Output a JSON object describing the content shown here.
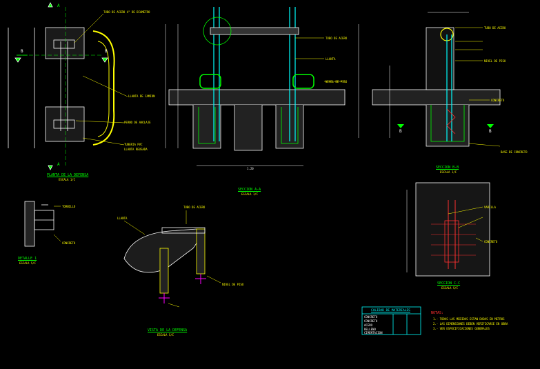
{
  "titles": {
    "planta": "PLANTA DE LA DEFENSA",
    "planta_scale": "ESCALA 1/C",
    "seccion_aa": "SECCION A-A",
    "seccion_aa_scale": "ESCALA 1/C",
    "seccion_bb": "SECCION B-B",
    "seccion_bb_scale": "ESCALA 1/C",
    "detalle": "DETALLE 1",
    "detalle_scale": "ESCALA S/C",
    "vista": "VISTA DE LA DEFENSA",
    "vista_scale": "ESCALA S/C",
    "seccion_cc": "SECCION C-C",
    "seccion_cc_scale": "ESCALA S/C"
  },
  "section_marks": {
    "a": "A",
    "b": "B"
  },
  "labels": {
    "planta_note1": "TUBO DE ACERO 4\" DE DIAMETRO",
    "planta_note2": "LLANTA DE CAMION",
    "planta_note3": "PERNO DE ANCLAJE",
    "planta_note4": "TUBERIA PVC",
    "planta_note5": "LLANTA REUSADA",
    "aa_note1": "TUBO DE ACERO",
    "aa_note2": "LLANTA",
    "aa_note3": "NIVEL DE PISO",
    "aa_dim": "1.20",
    "bb_note1": "TUBO DE ACERO",
    "bb_note2": "NIVEL DE PISO",
    "bb_note3": "CONCRETO",
    "bb_note4": "BASE DE CONCRETO",
    "cc_note1": "VARILLA",
    "cc_note2": "CONCRETO",
    "vista_note1": "LLANTA",
    "vista_note2": "TUBO DE ACERO",
    "vista_note3": "NIVEL DE PISO",
    "det_note1": "TORNILLO",
    "det_note2": "CONCRETO"
  },
  "materials": {
    "title": "CALIDAD DE MATERIALES",
    "rows": [
      "CONCRETO",
      "CONCRETO",
      "ACERO",
      "RELLENO",
      "CIMENTACION"
    ]
  },
  "notes": {
    "title": "NOTAS:",
    "lines": [
      "1.- TODAS LAS MEDIDAS ESTAN DADAS EN METROS",
      "2.- LAS DIMENSIONES DEBEN VERIFICARSE EN OBRA",
      "3.- VER ESPECIFICACIONES GENERALES"
    ]
  },
  "colors": {
    "background": "#000000",
    "yellow": "#ffff00",
    "green": "#00ff00",
    "white": "#ffffff",
    "cyan": "#00ffff",
    "red": "#ff3030",
    "magenta": "#ff00ff"
  }
}
